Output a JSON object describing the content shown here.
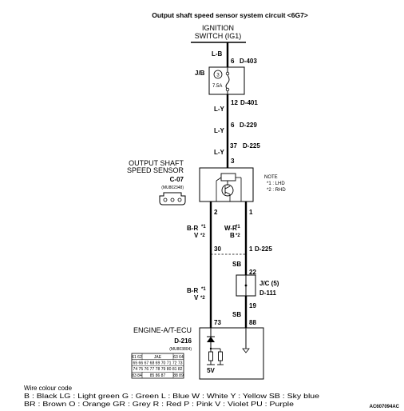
{
  "title": "Output shaft speed sensor system circuit <6G7>",
  "ignition": {
    "line1": "IGNITION",
    "line2": "SWITCH (IG1)"
  },
  "jb": {
    "name": "J/B",
    "fuse_number": "3",
    "fuse_rating": "7.5A",
    "in_wire": "L-B",
    "in_pin": "6",
    "in_connector": "D-403",
    "out_pin": "12",
    "out_connector": "D-401"
  },
  "wire_ly_1": "L-Y",
  "conn_d229": {
    "pin": "6",
    "name": "D-229"
  },
  "wire_ly_2": "L-Y",
  "conn_d225_top": {
    "pin": "37",
    "name": "D-225"
  },
  "wire_ly_3": "L-Y",
  "sensor": {
    "line1": "OUTPUT SHAFT",
    "line2": "SPEED SENSOR",
    "connector": "C-07",
    "part_no": "(MU802348)",
    "pin_top": "3",
    "pin_left": "2",
    "pin_right": "1"
  },
  "note": {
    "title": "NOTE",
    "line1": "*1 : LHD",
    "line2": "*2 : RHD"
  },
  "wires_mid": {
    "left_a": "B-R",
    "left_a_mark": "*1",
    "left_b": "V",
    "left_b_mark": "*2",
    "right_a": "W-R",
    "right_a_mark": "*1",
    "right_b": "B",
    "right_b_mark": "*2"
  },
  "joint": {
    "left_pin": "30",
    "right_pin": "1",
    "right_connector": "D-225",
    "sb_wire_1": "SB",
    "jc_in_pin": "22",
    "jc_name": "J/C (5)",
    "jc_connector": "D-111",
    "jc_out_pin": "19",
    "sb_wire_2": "SB"
  },
  "wires_low": {
    "left_a": "B-R",
    "left_a_mark": "*1",
    "left_b": "V",
    "left_b_mark": "*2"
  },
  "ecu": {
    "name": "ENGINE-A/T-ECU",
    "connector": "D-216",
    "part_no": "(MU803804)",
    "pin_left": "73",
    "pin_right": "88",
    "voltage": "5V",
    "table": {
      "row1_a": "61 62",
      "row1_mid": "JAE",
      "row1_b": "63 64",
      "row2": "65 66 67 68 69 70 71 72 73",
      "row3": "74 75 76 77 78 79 80 81 82",
      "row4_a": "83 84",
      "row4_b": "85 86 87",
      "row4_c": "88 89"
    }
  },
  "legend": {
    "title": "Wire colour code",
    "line1": "B : Black    LG : Light green    G : Green    L : Blue    W : White    Y : Yellow    SB : Sky blue",
    "line2": "BR : Brown    O : Orange    GR : Grey    R : Red    P : Pink    V : Violet    PU : Purple"
  },
  "doc_id": "AC607094AC"
}
